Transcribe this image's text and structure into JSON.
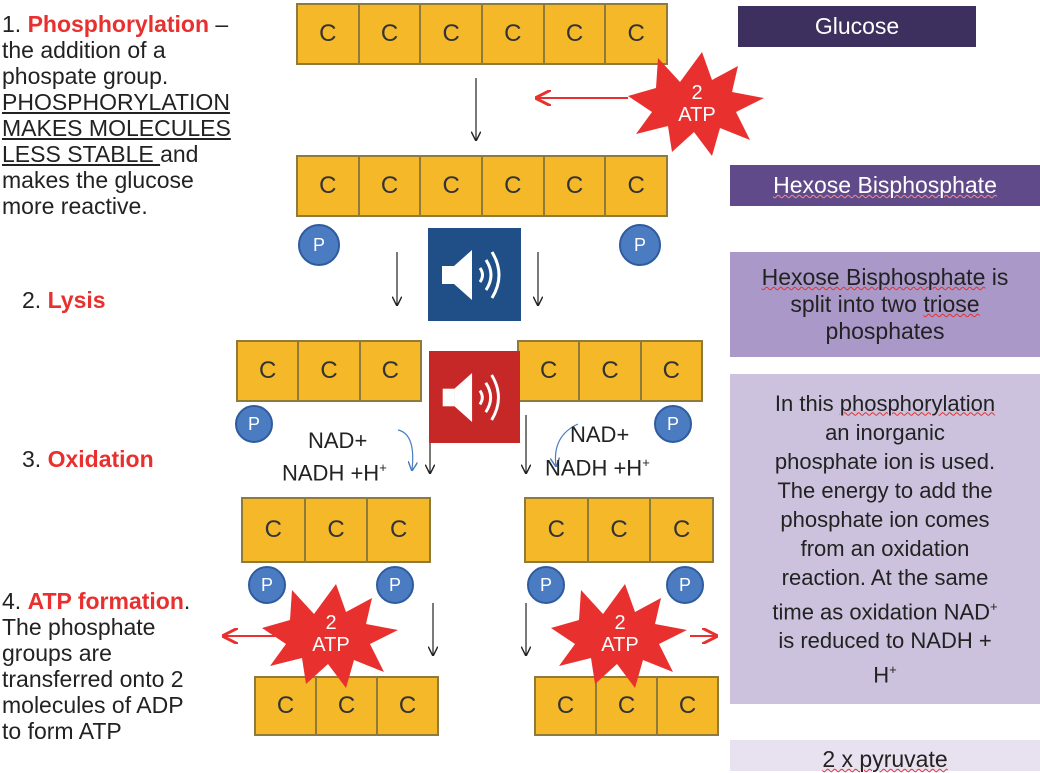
{
  "steps": {
    "s1_num": "1.",
    "s1_name": "Phosphorylation",
    "s1_dash": " –",
    "s1_line2": "the addition of a",
    "s1_line3": "phospate group.",
    "s1_u1": "PHOSPHORYLATION",
    "s1_u2": "MAKES MOLECULES",
    "s1_u3": "LESS STABLE ",
    "s1_after": "and",
    "s1_line7": "makes the glucose",
    "s1_line8": "more reactive.",
    "s2_num": "2.",
    "s2_name": "Lysis",
    "s3_num": "3.",
    "s3_name": "Oxidation",
    "s4_num": "4.",
    "s4_name": "ATP formation",
    "s4_period": ".",
    "s4_line2": "The phosphate",
    "s4_line3": "groups are",
    "s4_line4": "transferred onto 2",
    "s4_line5": "molecules of ADP",
    "s4_line6": "to form ATP"
  },
  "labels": {
    "carbon": "C",
    "phosphate": "P",
    "atp_num": "2",
    "atp_text": "ATP",
    "nad_left": "NAD+",
    "nadh_left": "NADH +H",
    "nad_right": "NAD+",
    "nadh_right": "NADH +H",
    "plus_sup": "+"
  },
  "panels": {
    "glucose": "Glucose",
    "hexose": "Hexose Bisphosphate",
    "split_w1": "Hexose Bisphosphate",
    "split_w2": " is",
    "split_w3": "split into two ",
    "split_w4": "triose",
    "split_w5": "phosphates",
    "ox_a": "In this ",
    "ox_b": "phosphorylation",
    "ox_c": "an inorganic",
    "ox_d": "phosphate ion is used.",
    "ox_e": "The energy to add the",
    "ox_f": "phosphate ion comes",
    "ox_g": "from an oxidation",
    "ox_h": "reaction. At the same",
    "ox_i": "time as oxidation NAD",
    "ox_j": "is reduced to NADH +",
    "ox_k": "H",
    "pyruvate": "2 x pyruvate"
  },
  "colors": {
    "carbon_fill": "#f4b829",
    "phosphate_fill": "#4b7cc2",
    "atp_burst": "#e8302f",
    "heading_red": "#e8302f",
    "panel_dark": "#3d2f5e",
    "panel_purple": "#614a8a",
    "panel_lavender": "#a998c8",
    "speaker_blue": "#1f4f86",
    "speaker_red": "#c62828"
  },
  "icons": [
    "speaker-icon",
    "down-arrow-icon",
    "left-arrow-icon",
    "right-arrow-icon",
    "curved-arrow-icon"
  ]
}
